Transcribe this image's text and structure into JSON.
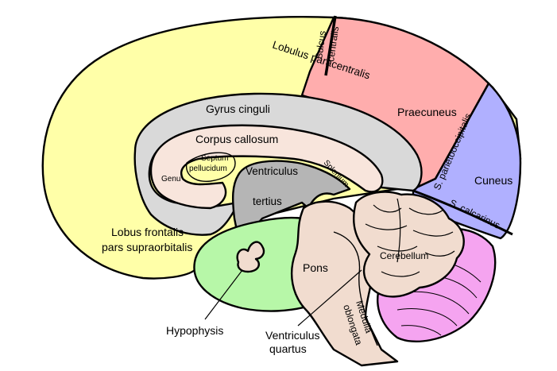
{
  "colors": {
    "frontal": "#ffffa8",
    "parietal": "#ffadad",
    "occipital": "#b0b0ff",
    "cingulate": "#d9d9d9",
    "callosum": "#f8e5dc",
    "ventricle": "#b5b5b5",
    "hypothalamus": "#b7f7a8",
    "brainstem": "#f1dccf",
    "cerebellum": "#f1dccf",
    "vermis": "#f5a4f0",
    "outline": "#000000"
  },
  "labels": {
    "sulcus": "Sulcus",
    "centralis": "centralis",
    "lobulus_paracentralis": "Lobulus paracentralis",
    "praecuneus": "Praecuneus",
    "gyrus_cinguli": "Gyrus cinguli",
    "corpus_callosum": "Corpus callosum",
    "septum": "Septum",
    "pellucidum": "pellucidum",
    "genu": "Genu",
    "ventriculus": "Ventriculus",
    "tertius": "tertius",
    "splenium": "Splenium",
    "s_parietooccipitalis": "S. parietooccipitalis",
    "cuneus": "Cuneus",
    "s_calcarinus": "S. calcarinus",
    "lobus_frontalis": "Lobus frontalis",
    "pars_supraorbitalis": "pars supraorbitalis",
    "cerebellum": "Cerebellum",
    "pons": "Pons",
    "medulla": "Medulla",
    "oblongata": "oblongata",
    "hypophysis": "Hypophysis",
    "ventriculus_q": "Ventriculus",
    "quartus": "quartus"
  }
}
